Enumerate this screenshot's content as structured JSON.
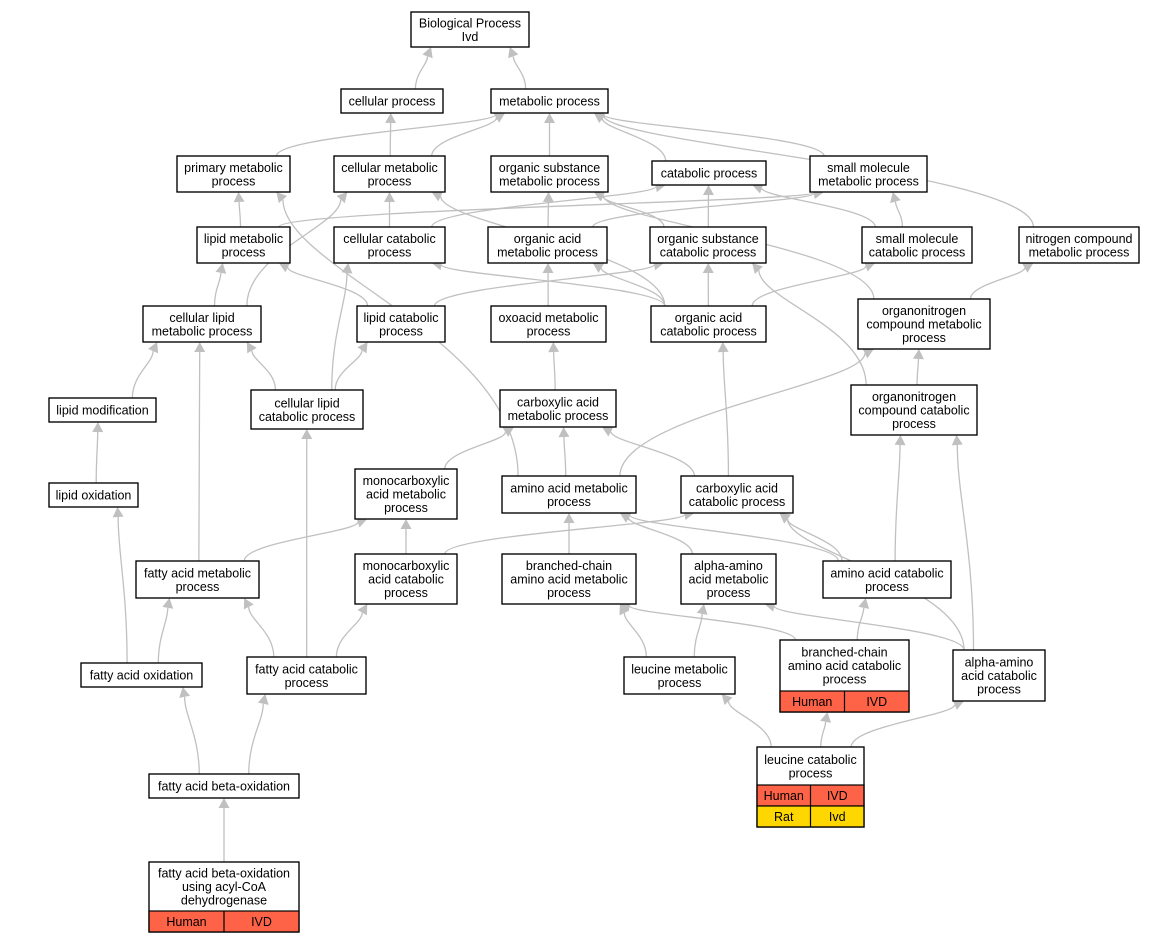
{
  "colors": {
    "human": "#ff6347",
    "rat": "#ffd700",
    "edge": "#c0c0c0"
  },
  "nodes": [
    {
      "id": "bp",
      "lines": [
        "Biological Process",
        "Ivd"
      ]
    },
    {
      "id": "cp",
      "lines": [
        "cellular process"
      ]
    },
    {
      "id": "mp",
      "lines": [
        "metabolic process"
      ]
    },
    {
      "id": "pmp",
      "lines": [
        "primary metabolic",
        "process"
      ]
    },
    {
      "id": "cmp",
      "lines": [
        "cellular metabolic",
        "process"
      ]
    },
    {
      "id": "osmp",
      "lines": [
        "organic substance",
        "metabolic process"
      ]
    },
    {
      "id": "catp",
      "lines": [
        "catabolic process"
      ]
    },
    {
      "id": "smmp",
      "lines": [
        "small molecule",
        "metabolic process"
      ]
    },
    {
      "id": "lmp",
      "lines": [
        "lipid metabolic",
        "process"
      ]
    },
    {
      "id": "ccp",
      "lines": [
        "cellular catabolic",
        "process"
      ]
    },
    {
      "id": "oamp",
      "lines": [
        "organic acid",
        "metabolic process"
      ]
    },
    {
      "id": "oscp",
      "lines": [
        "organic substance",
        "catabolic process"
      ]
    },
    {
      "id": "smcp",
      "lines": [
        "small molecule",
        "catabolic process"
      ]
    },
    {
      "id": "ncmp",
      "lines": [
        "nitrogen compound",
        "metabolic process"
      ]
    },
    {
      "id": "clmp",
      "lines": [
        "cellular lipid",
        "metabolic process"
      ]
    },
    {
      "id": "lcp",
      "lines": [
        "lipid catabolic",
        "process"
      ]
    },
    {
      "id": "oxmp",
      "lines": [
        "oxoacid metabolic",
        "process"
      ]
    },
    {
      "id": "oacp",
      "lines": [
        "organic acid",
        "catabolic process"
      ]
    },
    {
      "id": "oncmp",
      "lines": [
        "organonitrogen",
        "compound metabolic",
        "process"
      ]
    },
    {
      "id": "lmod",
      "lines": [
        "lipid modification"
      ]
    },
    {
      "id": "clcp",
      "lines": [
        "cellular lipid",
        "catabolic process"
      ]
    },
    {
      "id": "camp",
      "lines": [
        "carboxylic acid",
        "metabolic process"
      ]
    },
    {
      "id": "onccp",
      "lines": [
        "organonitrogen",
        "compound catabolic",
        "process"
      ]
    },
    {
      "id": "lox",
      "lines": [
        "lipid oxidation"
      ]
    },
    {
      "id": "mcamp",
      "lines": [
        "monocarboxylic",
        "acid metabolic",
        "process"
      ]
    },
    {
      "id": "aamp",
      "lines": [
        "amino acid metabolic",
        "process"
      ]
    },
    {
      "id": "cacp",
      "lines": [
        "carboxylic acid",
        "catabolic process"
      ]
    },
    {
      "id": "famp",
      "lines": [
        "fatty acid metabolic",
        "process"
      ]
    },
    {
      "id": "mcacp",
      "lines": [
        "monocarboxylic",
        "acid catabolic",
        "process"
      ]
    },
    {
      "id": "bcaamp",
      "lines": [
        "branched-chain",
        "amino acid metabolic",
        "process"
      ]
    },
    {
      "id": "alaamp",
      "lines": [
        "alpha-amino",
        "acid metabolic",
        "process"
      ]
    },
    {
      "id": "aacp",
      "lines": [
        "amino acid catabolic",
        "process"
      ]
    },
    {
      "id": "fao",
      "lines": [
        "fatty acid oxidation"
      ]
    },
    {
      "id": "facp",
      "lines": [
        "fatty acid catabolic",
        "process"
      ]
    },
    {
      "id": "lmp2",
      "lines": [
        "leucine metabolic",
        "process"
      ]
    },
    {
      "id": "bcaacp",
      "lines": [
        "branched-chain",
        "amino acid catabolic",
        "process"
      ],
      "rows": [
        {
          "color": "human",
          "cells": [
            "Human",
            "IVD"
          ]
        }
      ]
    },
    {
      "id": "alaacp",
      "lines": [
        "alpha-amino",
        "acid catabolic",
        "process"
      ]
    },
    {
      "id": "fabo",
      "lines": [
        "fatty acid beta-oxidation"
      ]
    },
    {
      "id": "lcp2",
      "lines": [
        "leucine catabolic",
        "process"
      ],
      "rows": [
        {
          "color": "human",
          "cells": [
            "Human",
            "IVD"
          ]
        },
        {
          "color": "rat",
          "cells": [
            "Rat",
            "Ivd"
          ]
        }
      ]
    },
    {
      "id": "faboa",
      "lines": [
        "fatty acid beta-oxidation",
        "using acyl-CoA",
        "dehydrogenase"
      ],
      "rows": [
        {
          "color": "human",
          "cells": [
            "Human",
            "IVD"
          ]
        }
      ]
    }
  ],
  "edges": [
    [
      "cp",
      "bp"
    ],
    [
      "mp",
      "bp"
    ],
    [
      "cmp",
      "cp"
    ],
    [
      "cmp",
      "mp"
    ],
    [
      "pmp",
      "mp"
    ],
    [
      "osmp",
      "mp"
    ],
    [
      "catp",
      "mp"
    ],
    [
      "smmp",
      "mp"
    ],
    [
      "ncmp",
      "mp"
    ],
    [
      "lmp",
      "pmp"
    ],
    [
      "lmp",
      "smmp"
    ],
    [
      "ccp",
      "cmp"
    ],
    [
      "ccp",
      "catp"
    ],
    [
      "oamp",
      "osmp"
    ],
    [
      "oamp",
      "smmp"
    ],
    [
      "oscp",
      "osmp"
    ],
    [
      "oscp",
      "catp"
    ],
    [
      "smcp",
      "smmp"
    ],
    [
      "smcp",
      "catp"
    ],
    [
      "clmp",
      "lmp"
    ],
    [
      "clmp",
      "cmp"
    ],
    [
      "lcp",
      "lmp"
    ],
    [
      "lcp",
      "oscp"
    ],
    [
      "oxmp",
      "oamp"
    ],
    [
      "oacp",
      "oamp"
    ],
    [
      "oacp",
      "oscp"
    ],
    [
      "oacp",
      "smcp"
    ],
    [
      "oacp",
      "ccp"
    ],
    [
      "oacp",
      "cmp"
    ],
    [
      "oncmp",
      "osmp"
    ],
    [
      "oncmp",
      "ncmp"
    ],
    [
      "lmod",
      "clmp"
    ],
    [
      "clcp",
      "clmp"
    ],
    [
      "clcp",
      "lcp"
    ],
    [
      "clcp",
      "ccp"
    ],
    [
      "camp",
      "oxmp"
    ],
    [
      "onccp",
      "oncmp"
    ],
    [
      "onccp",
      "oscp"
    ],
    [
      "lox",
      "lmod"
    ],
    [
      "mcamp",
      "camp"
    ],
    [
      "aamp",
      "camp"
    ],
    [
      "aamp",
      "oncmp"
    ],
    [
      "aamp",
      "pmp"
    ],
    [
      "cacp",
      "camp"
    ],
    [
      "cacp",
      "oacp"
    ],
    [
      "famp",
      "clmp"
    ],
    [
      "famp",
      "mcamp"
    ],
    [
      "mcacp",
      "mcamp"
    ],
    [
      "mcacp",
      "cacp"
    ],
    [
      "bcaamp",
      "aamp"
    ],
    [
      "alaamp",
      "aamp"
    ],
    [
      "aacp",
      "aamp"
    ],
    [
      "aacp",
      "cacp"
    ],
    [
      "aacp",
      "onccp"
    ],
    [
      "fao",
      "famp"
    ],
    [
      "fao",
      "lox"
    ],
    [
      "facp",
      "famp"
    ],
    [
      "facp",
      "mcacp"
    ],
    [
      "facp",
      "clcp"
    ],
    [
      "lmp2",
      "bcaamp"
    ],
    [
      "lmp2",
      "alaamp"
    ],
    [
      "bcaacp",
      "bcaamp"
    ],
    [
      "bcaacp",
      "aacp"
    ],
    [
      "alaacp",
      "alaamp"
    ],
    [
      "alaacp",
      "onccp"
    ],
    [
      "alaacp",
      "cacp"
    ],
    [
      "fabo",
      "fao"
    ],
    [
      "fabo",
      "facp"
    ],
    [
      "lcp2",
      "lmp2"
    ],
    [
      "lcp2",
      "bcaacp"
    ],
    [
      "lcp2",
      "alaacp"
    ],
    [
      "faboa",
      "fabo"
    ]
  ]
}
